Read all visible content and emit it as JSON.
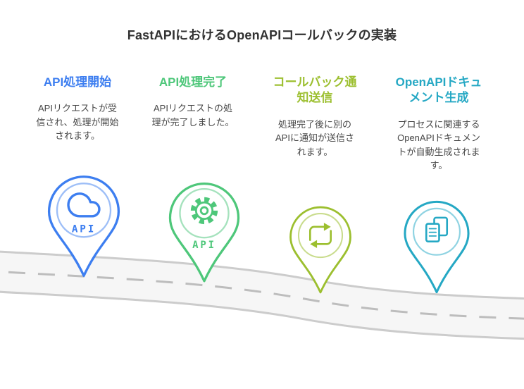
{
  "title": "FastAPIにおけるOpenAPIコールバックの実装",
  "accent_colors": {
    "step1": "#3d7ef0",
    "step2": "#4ec77a",
    "step3": "#9cbf2f",
    "step4": "#25a8c4"
  },
  "steps": [
    {
      "title": "API処理開始",
      "description": "APIリクエストが受\n信され、処理が開始\nされます。",
      "icon": "cloud-icon",
      "badge": "API"
    },
    {
      "title": "API処理完了",
      "description": "APIリクエストの処\n理が完了しました。",
      "icon": "gear-icon",
      "badge": "API"
    },
    {
      "title": "コールバック通\n知送信",
      "description": "処理完了後に別の\nAPIに通知が送信さ\nれます。",
      "icon": "sync-arrows-icon",
      "badge": ""
    },
    {
      "title": "OpenAPIドキュ\nメント生成",
      "description": "プロセスに関連する\nOpenAPIドキュメン\nトが自動生成されま\nす。",
      "icon": "documents-icon",
      "badge": ""
    }
  ]
}
